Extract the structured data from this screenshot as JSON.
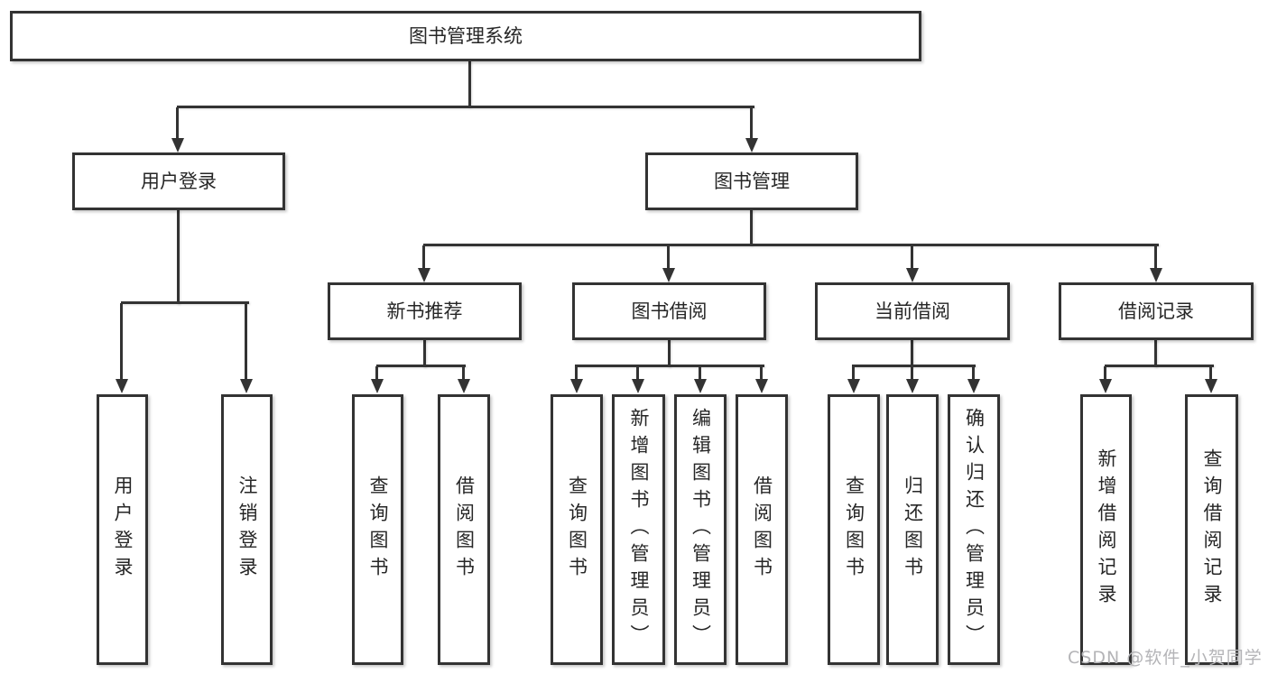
{
  "diagram": {
    "type": "hierarchy",
    "title": "图书管理系统",
    "colors": {
      "background": "#ffffff",
      "line": "#333333",
      "text": "#262626",
      "watermark": "#b4b4b7"
    },
    "nodes": {
      "root": "图书管理系统",
      "user_login": "用户登录",
      "book_management": "图书管理",
      "new_book_recommend": "新书推荐",
      "book_borrowing": "图书借阅",
      "current_borrowing": "当前借阅",
      "borrowing_records": "借阅记录",
      "user_login_leaf": "用户登录",
      "logout": "注销登录",
      "query_books_recommend": "查询图书",
      "borrow_books_recommend": "借阅图书",
      "query_books_borrowing": "查询图书",
      "add_books_admin": "新增图书（管理员）",
      "edit_books_admin": "编辑图书（管理员）",
      "borrow_books_borrowing": "借阅图书",
      "query_books_current": "查询图书",
      "return_books": "归还图书",
      "confirm_return_admin": "确认归还（管理员）",
      "add_borrow_record": "新增借阅记录",
      "query_borrow_record": "查询借阅记录"
    },
    "structure": {
      "图书管理系统": {
        "用户登录": [
          "用户登录",
          "注销登录"
        ],
        "图书管理": {
          "新书推荐": [
            "查询图书",
            "借阅图书"
          ],
          "图书借阅": [
            "查询图书",
            "新增图书（管理员）",
            "编辑图书（管理员）",
            "借阅图书"
          ],
          "当前借阅": [
            "查询图书",
            "归还图书",
            "确认归还（管理员）"
          ],
          "借阅记录": [
            "新增借阅记录",
            "查询借阅记录"
          ]
        }
      }
    },
    "watermark": "CSDN @软件_小贺同学"
  }
}
